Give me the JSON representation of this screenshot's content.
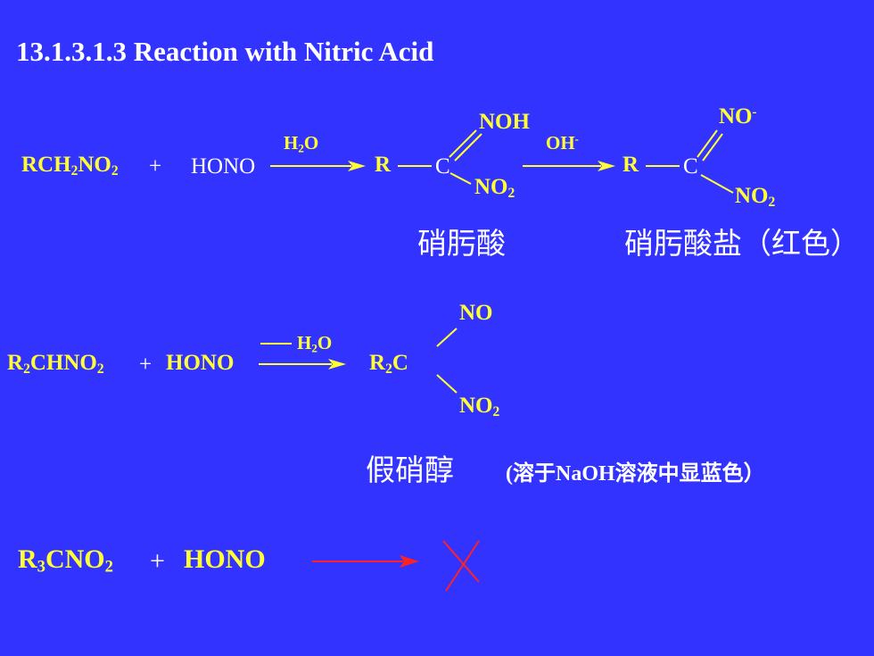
{
  "title": "13.1.3.1.3 Reaction with Nitric Acid",
  "reaction1": {
    "reactant1_prefix": "RCH",
    "reactant1_sub": "2",
    "reactant1_mid": "NO",
    "reactant1_sub2": "2",
    "plus": "+",
    "reactant2": "HONO",
    "cond_prefix": "H",
    "cond_sub": "2",
    "cond_suffix": "O",
    "product_r": "R",
    "product_c": "C",
    "product_top": "NOH",
    "product_bottom": "NO",
    "product_bottom_sub": "2",
    "cond2": "OH",
    "cond2_sup": "-",
    "salt_r": "R",
    "salt_c": "C",
    "salt_top": "NO",
    "salt_top_sup": "-",
    "salt_bottom": "NO",
    "salt_bottom_sub": "2",
    "label1": "硝肟酸",
    "label2": "硝肟酸盐（红色）"
  },
  "reaction2": {
    "reactant1_a": "R",
    "reactant1_sub": "2",
    "reactant1_b": "CHNO",
    "reactant1_sub2": "2",
    "plus": "+",
    "reactant2": "HONO",
    "cond_prefix": "H",
    "cond_sub": "2",
    "cond_suffix": "O",
    "product_a": "R",
    "product_sub": "2",
    "product_b": "C",
    "product_top": "NO",
    "product_bottom": "NO",
    "product_bottom_sub": "2",
    "label": "假硝醇",
    "note_open": "(",
    "note_a": "溶于",
    "note_b": "NaOH",
    "note_c": "溶液中显蓝色）"
  },
  "reaction3": {
    "reactant1_a": "R",
    "reactant1_sub": "3",
    "reactant1_b": "CNO",
    "reactant1_sub2": "2",
    "plus": "+",
    "reactant2": "HONO"
  },
  "colors": {
    "background": "#3333ff",
    "text": "#ffff33",
    "white_text": "#ffffff",
    "arrow": "#ffff33",
    "no_reaction": "#ff2222"
  }
}
